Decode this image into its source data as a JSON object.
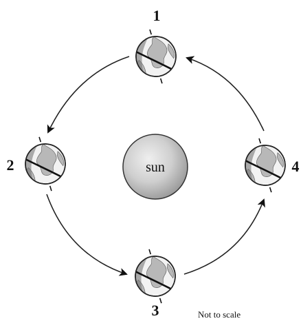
{
  "diagram": {
    "center_label": "sun",
    "positions": [
      {
        "label": "1"
      },
      {
        "label": "2"
      },
      {
        "label": "3"
      },
      {
        "label": "4"
      }
    ],
    "note": "Not to scale"
  },
  "colors": {
    "sun_fill": "#c8c8c8",
    "sun_outline": "#333333",
    "ink": "#111111"
  }
}
